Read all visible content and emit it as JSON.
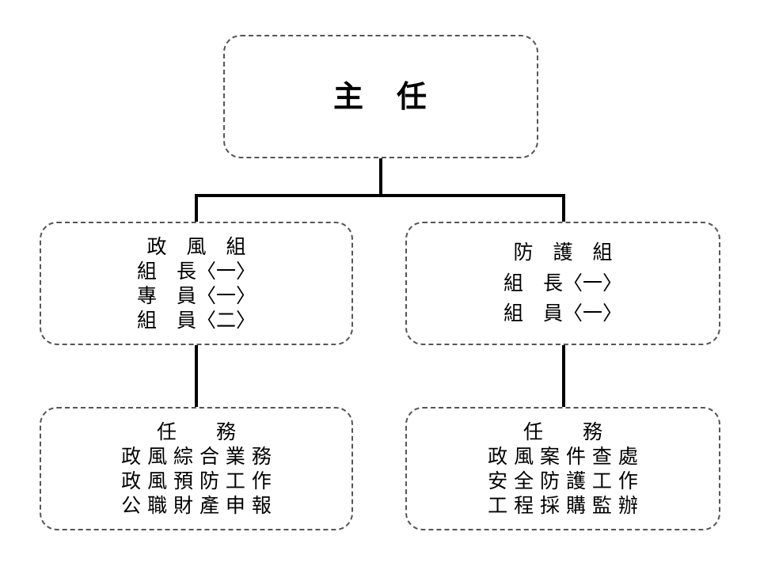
{
  "chart": {
    "top": {
      "title": "主　任"
    },
    "left_group": {
      "title": "政　風　組",
      "lines": [
        "組　長〈一〉",
        "專　員〈一〉",
        "組　員〈二〉"
      ]
    },
    "right_group": {
      "title": "防　護　組",
      "lines": [
        "組　長〈一〉",
        "組　員〈一〉"
      ]
    },
    "left_duties": {
      "title": "任　　務",
      "lines": [
        "政 風 綜 合 業 務",
        "政 風 預 防 工 作",
        "公 職 財 產 申 報"
      ]
    },
    "right_duties": {
      "title": "任　　務",
      "lines": [
        "政 風 案 件 查 處",
        "安 全 防 護 工 作",
        "工 程 採 購 監 辦"
      ]
    }
  }
}
